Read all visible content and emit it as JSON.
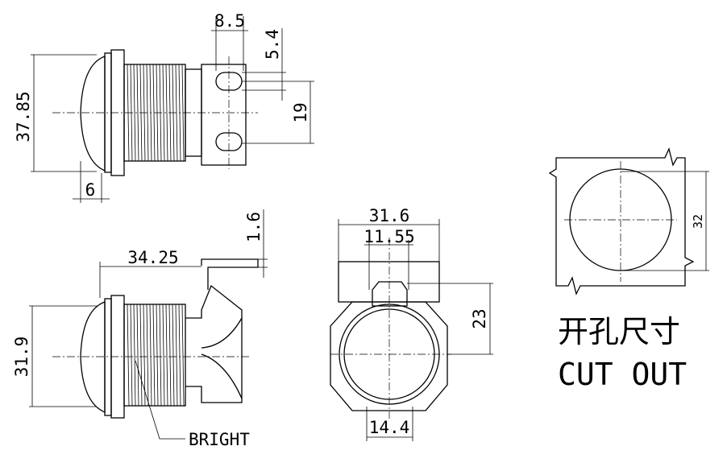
{
  "dimensions": {
    "slot_width": "8.5",
    "slot_offset": "5.4",
    "overall_diameter": "37.85",
    "slot_spacing": "19",
    "dome_height": "6",
    "terminal_thickness": "1.6",
    "overall_length": "34.25",
    "body_height": "31.9",
    "rear_width": "31.6",
    "terminal_width": "11.55",
    "rear_height": "23",
    "bottom_width": "14.4",
    "cutout_diameter": "32"
  },
  "labels": {
    "bright": "BRIGHT",
    "cutout_cn": "开孔尺寸",
    "cutout_en": "CUT OUT"
  }
}
